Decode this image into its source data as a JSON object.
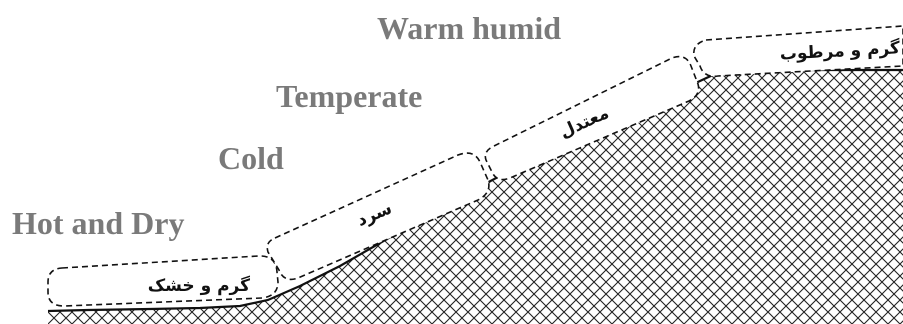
{
  "english_labels": {
    "warm_humid": "Warm humid",
    "temperate": "Temperate",
    "cold": "Cold",
    "hot_dry": "Hot and Dry"
  },
  "persian_labels": {
    "hot_dry": "گرم و خشک",
    "cold": "سرد",
    "temperate": "معتدل",
    "warm_humid": "گرم و مرطوب"
  },
  "colors": {
    "english_label": "#7a7a7a",
    "terrain_hatch": "#222222",
    "outline": "#111111",
    "background": "#ffffff"
  },
  "icons": {
    "terrain": "cross-hatched-slope"
  }
}
